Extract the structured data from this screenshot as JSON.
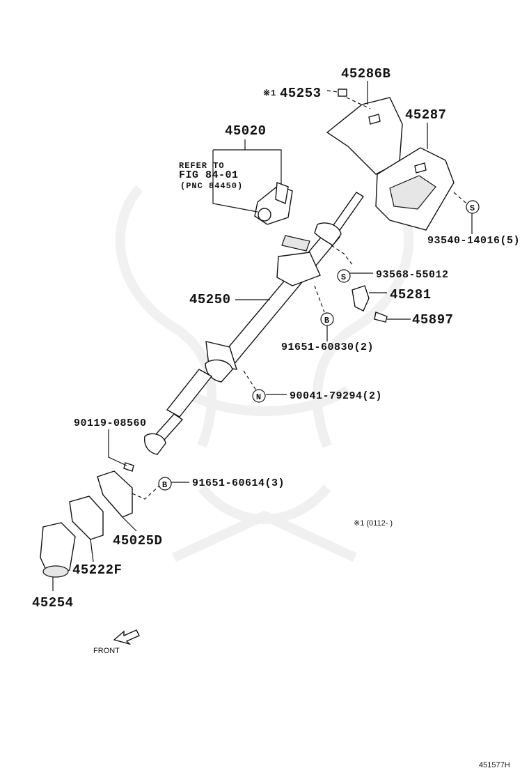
{
  "labels": {
    "p45286B": "45286B",
    "note45253": "※1",
    "p45253": "45253",
    "p45287": "45287",
    "p45020": "45020",
    "refer1": "REFER TO",
    "refer2": "FIG 84-01",
    "refer3": "(PNC 84450)",
    "p93540": "93540-14016(5)",
    "p93568": "93568-55012",
    "p45281": "45281",
    "p45250": "45250",
    "p45897": "45897",
    "p91651a": "91651-60830(2)",
    "p90041": "90041-79294(2)",
    "p90119": "90119-08560",
    "p91651b": "91651-60614(3)",
    "footnote": "※1 (0112-      )",
    "p45025D": "45025D",
    "p45222F": "45222F",
    "p45254": "45254",
    "front": "FRONT",
    "figure_id": "451577H"
  },
  "symbols": {
    "S": "S",
    "B": "B",
    "N": "N"
  }
}
